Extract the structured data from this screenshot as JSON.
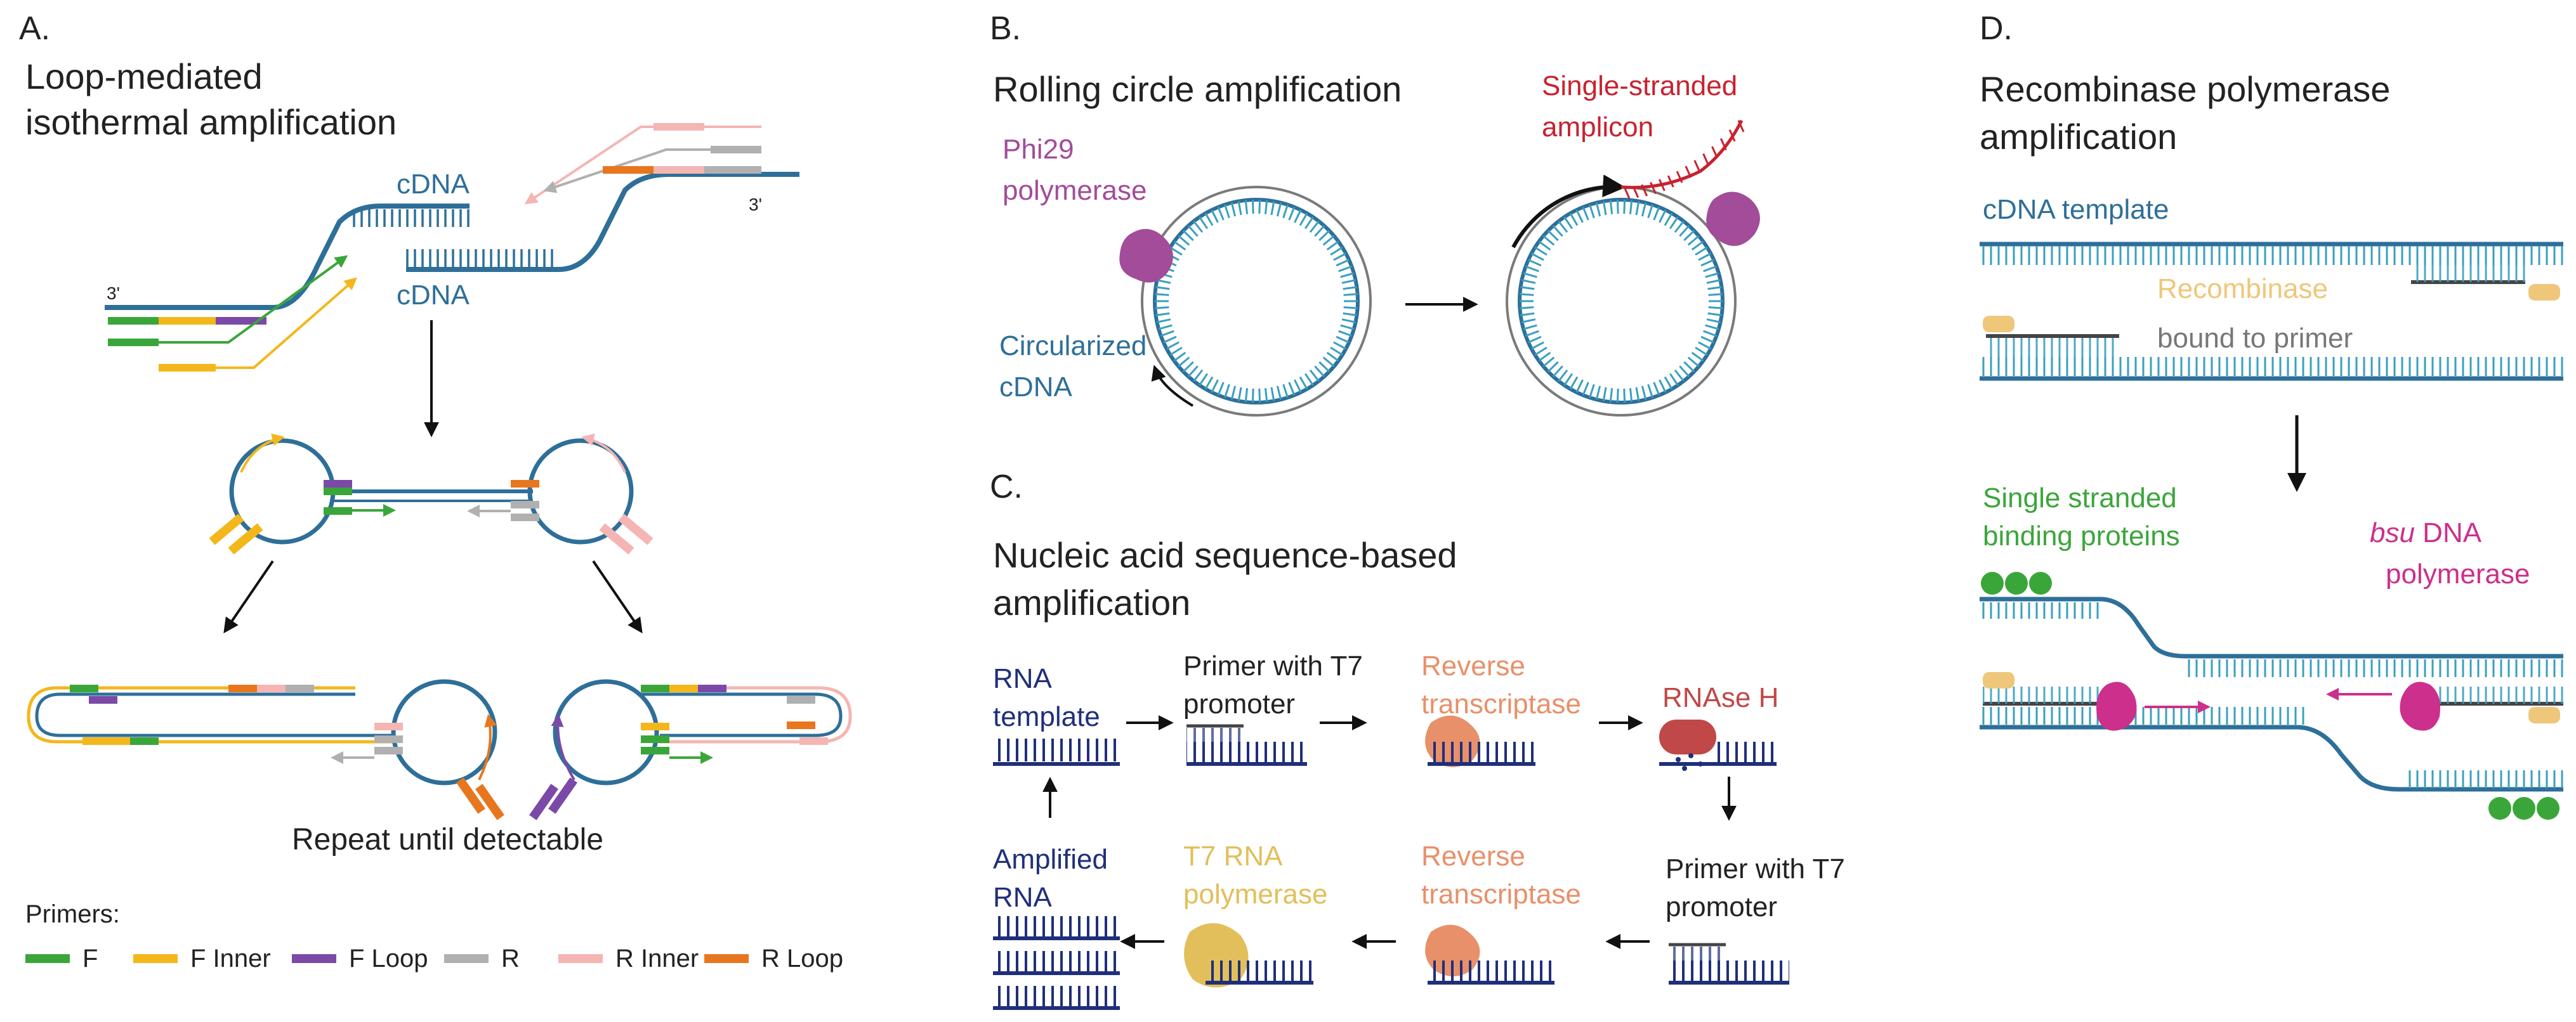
{
  "colors": {
    "dna": "#2e6f99",
    "dark_dna": "#1f2f7a",
    "ssb_green": "#3aa63a",
    "bsu_pink": "#cc2f8c",
    "phi29_purple": "#a24c9a",
    "amplicon_red": "#c8222f",
    "rt_orange": "#e8906a",
    "t7_yellow": "#e2bf5a",
    "rnase_red": "#c14848",
    "recombinase_tan": "#efc77a",
    "primer_F": "#3aa63a",
    "primer_F_inner": "#f3b71c",
    "primer_F_loop": "#7b49a7",
    "primer_R": "#b0b0b0",
    "primer_R_inner": "#f4b5b3",
    "primer_R_loop": "#e8761e",
    "text": "#222222",
    "arrow": "#111111"
  },
  "panelA": {
    "letter": "A.",
    "title_line1": "Loop-mediated",
    "title_line2": "isothermal amplification",
    "strand_top_label": "cDNA",
    "strand_bottom_label": "cDNA",
    "end_left": "3'",
    "end_right": "3'",
    "repeat_label": "Repeat until detectable",
    "legend_title": "Primers:",
    "legend": [
      {
        "label": "F",
        "color": "#3aa63a"
      },
      {
        "label": "F Inner",
        "color": "#f3b71c"
      },
      {
        "label": "F Loop",
        "color": "#7b49a7"
      },
      {
        "label": "R",
        "color": "#b0b0b0"
      },
      {
        "label": "R Inner",
        "color": "#f4b5b3"
      },
      {
        "label": "R Loop",
        "color": "#e8761e"
      }
    ]
  },
  "panelB": {
    "letter": "B.",
    "title": "Rolling circle amplification",
    "polymerase_line1": "Phi29",
    "polymerase_line2": "polymerase",
    "circular_line1": "Circularized",
    "circular_line2": "cDNA",
    "amplicon_line1": "Single-stranded",
    "amplicon_line2": "amplicon"
  },
  "panelC": {
    "letter": "C.",
    "title_line1": "Nucleic acid sequence-based",
    "title_line2": "amplification",
    "rna_template_line1": "RNA",
    "rna_template_line2": "template",
    "primer_t7_line1": "Primer with T7",
    "primer_t7_line2": "promoter",
    "rt_top_line1": "Reverse",
    "rt_top_line2": "transcriptase",
    "rnase_h": "RNAse H",
    "primer_t7b_line1": "Primer with T7",
    "primer_t7b_line2": "promoter",
    "rt_bottom_line1": "Reverse",
    "rt_bottom_line2": "transcriptase",
    "t7_line1": "T7 RNA",
    "t7_line2": "polymerase",
    "amplified_line1": "Amplified",
    "amplified_line2": "RNA"
  },
  "panelD": {
    "letter": "D.",
    "title_line1": "Recombinase polymerase",
    "title_line2": "amplification",
    "cdna_template": "cDNA template",
    "recombinase": "Recombinase",
    "bound_to_primer": "bound to primer",
    "ssb_line1": "Single stranded",
    "ssb_line2": "binding proteins",
    "bsu_italic": "bsu",
    "bsu_rest": " DNA",
    "bsu_line2": "polymerase"
  }
}
